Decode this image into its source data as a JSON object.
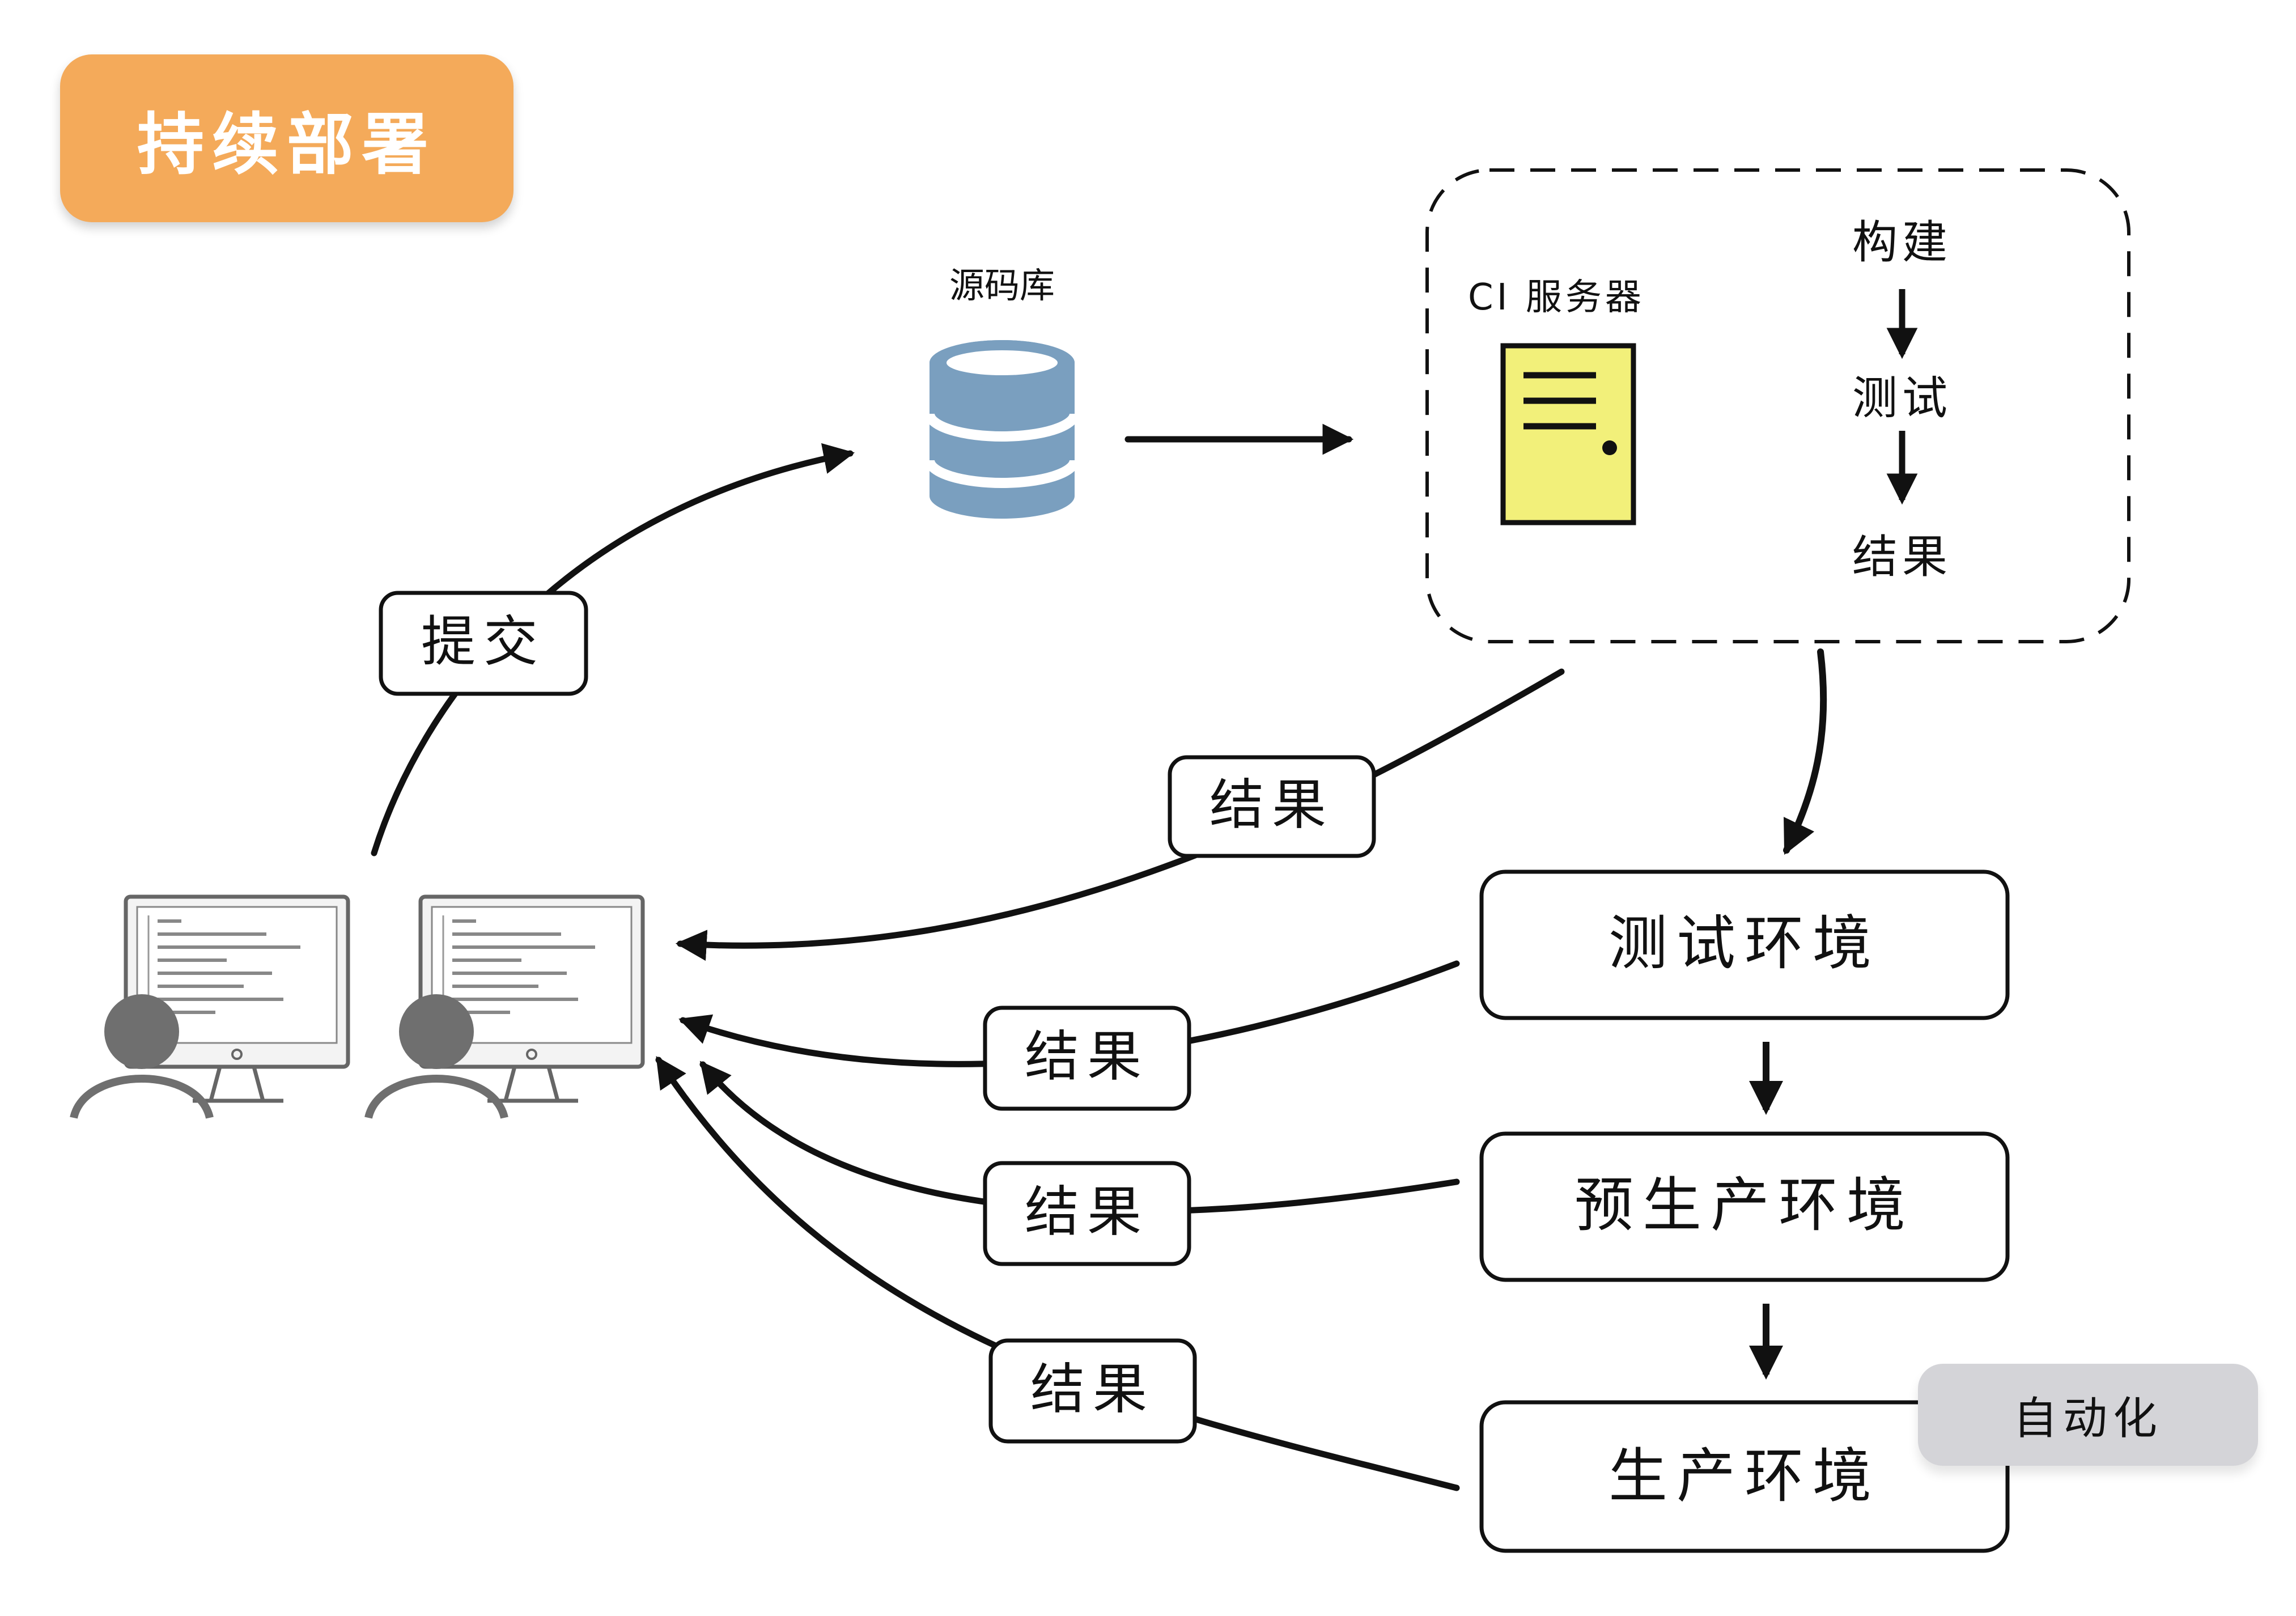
{
  "title": "持续部署",
  "repo_label": "源码库",
  "ci": {
    "server_label": "CI 服务器",
    "steps": [
      "构建",
      "测试",
      "结果"
    ]
  },
  "commit_label": "提交",
  "result_label": "结果",
  "environments": [
    "测试环境",
    "预生产环境",
    "生产环境"
  ],
  "automation_label": "自动化",
  "colors": {
    "title_badge": "#f4aa5a",
    "repo_db": "#7a9fbf",
    "server_body": "#f2f07a",
    "automation_badge": "#d4d4d8"
  }
}
